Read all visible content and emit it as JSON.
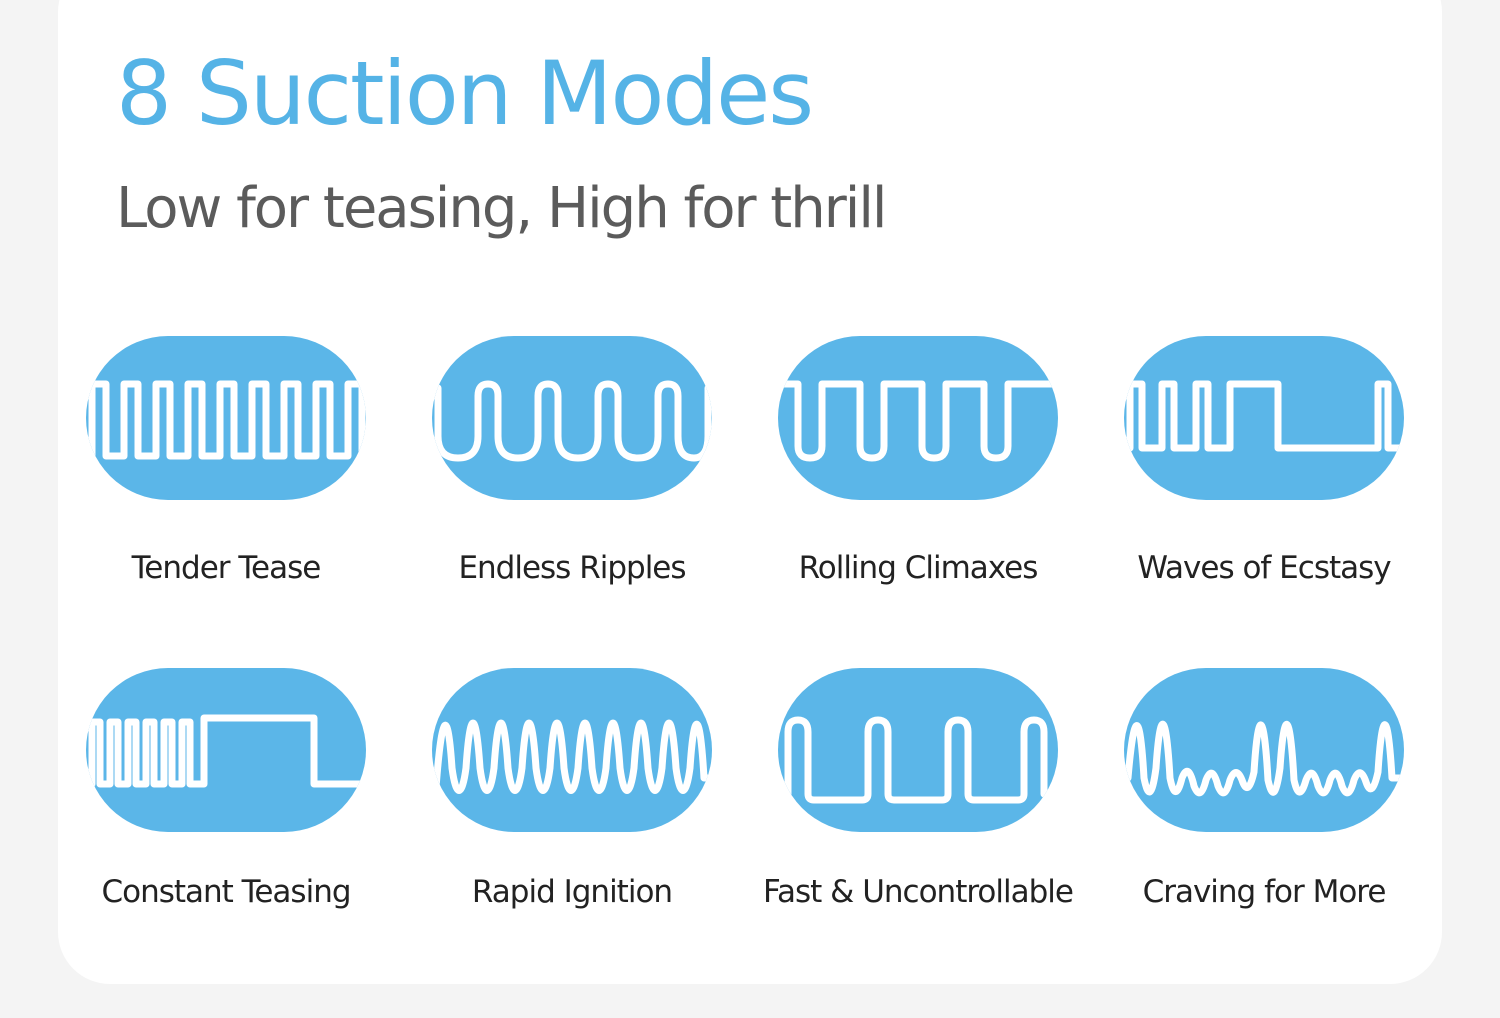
{
  "header": {
    "title": "8 Suction Modes",
    "subtitle": "Low for teasing, High for thrill"
  },
  "colors": {
    "accent": "#5bb6e8",
    "title": "#55b3e6",
    "subtitle": "#5b5b5b",
    "label": "#222222",
    "card": "#ffffff",
    "page": "#f4f4f4"
  },
  "modes": [
    {
      "label": "Tender Tease",
      "icon": "square-wave-dense-icon"
    },
    {
      "label": "Endless Ripples",
      "icon": "u-wave-icon"
    },
    {
      "label": "Rolling Climaxes",
      "icon": "inverted-u-wave-icon"
    },
    {
      "label": "Waves of Ecstasy",
      "icon": "burst-and-pause-wave-icon"
    },
    {
      "label": "Constant Teasing",
      "icon": "dense-then-plateau-wave-icon"
    },
    {
      "label": "Rapid Ignition",
      "icon": "zigzag-wave-icon"
    },
    {
      "label": "Fast & Uncontrollable",
      "icon": "wide-square-wave-icon"
    },
    {
      "label": "Craving for More",
      "icon": "peaks-and-ripples-wave-icon"
    }
  ]
}
